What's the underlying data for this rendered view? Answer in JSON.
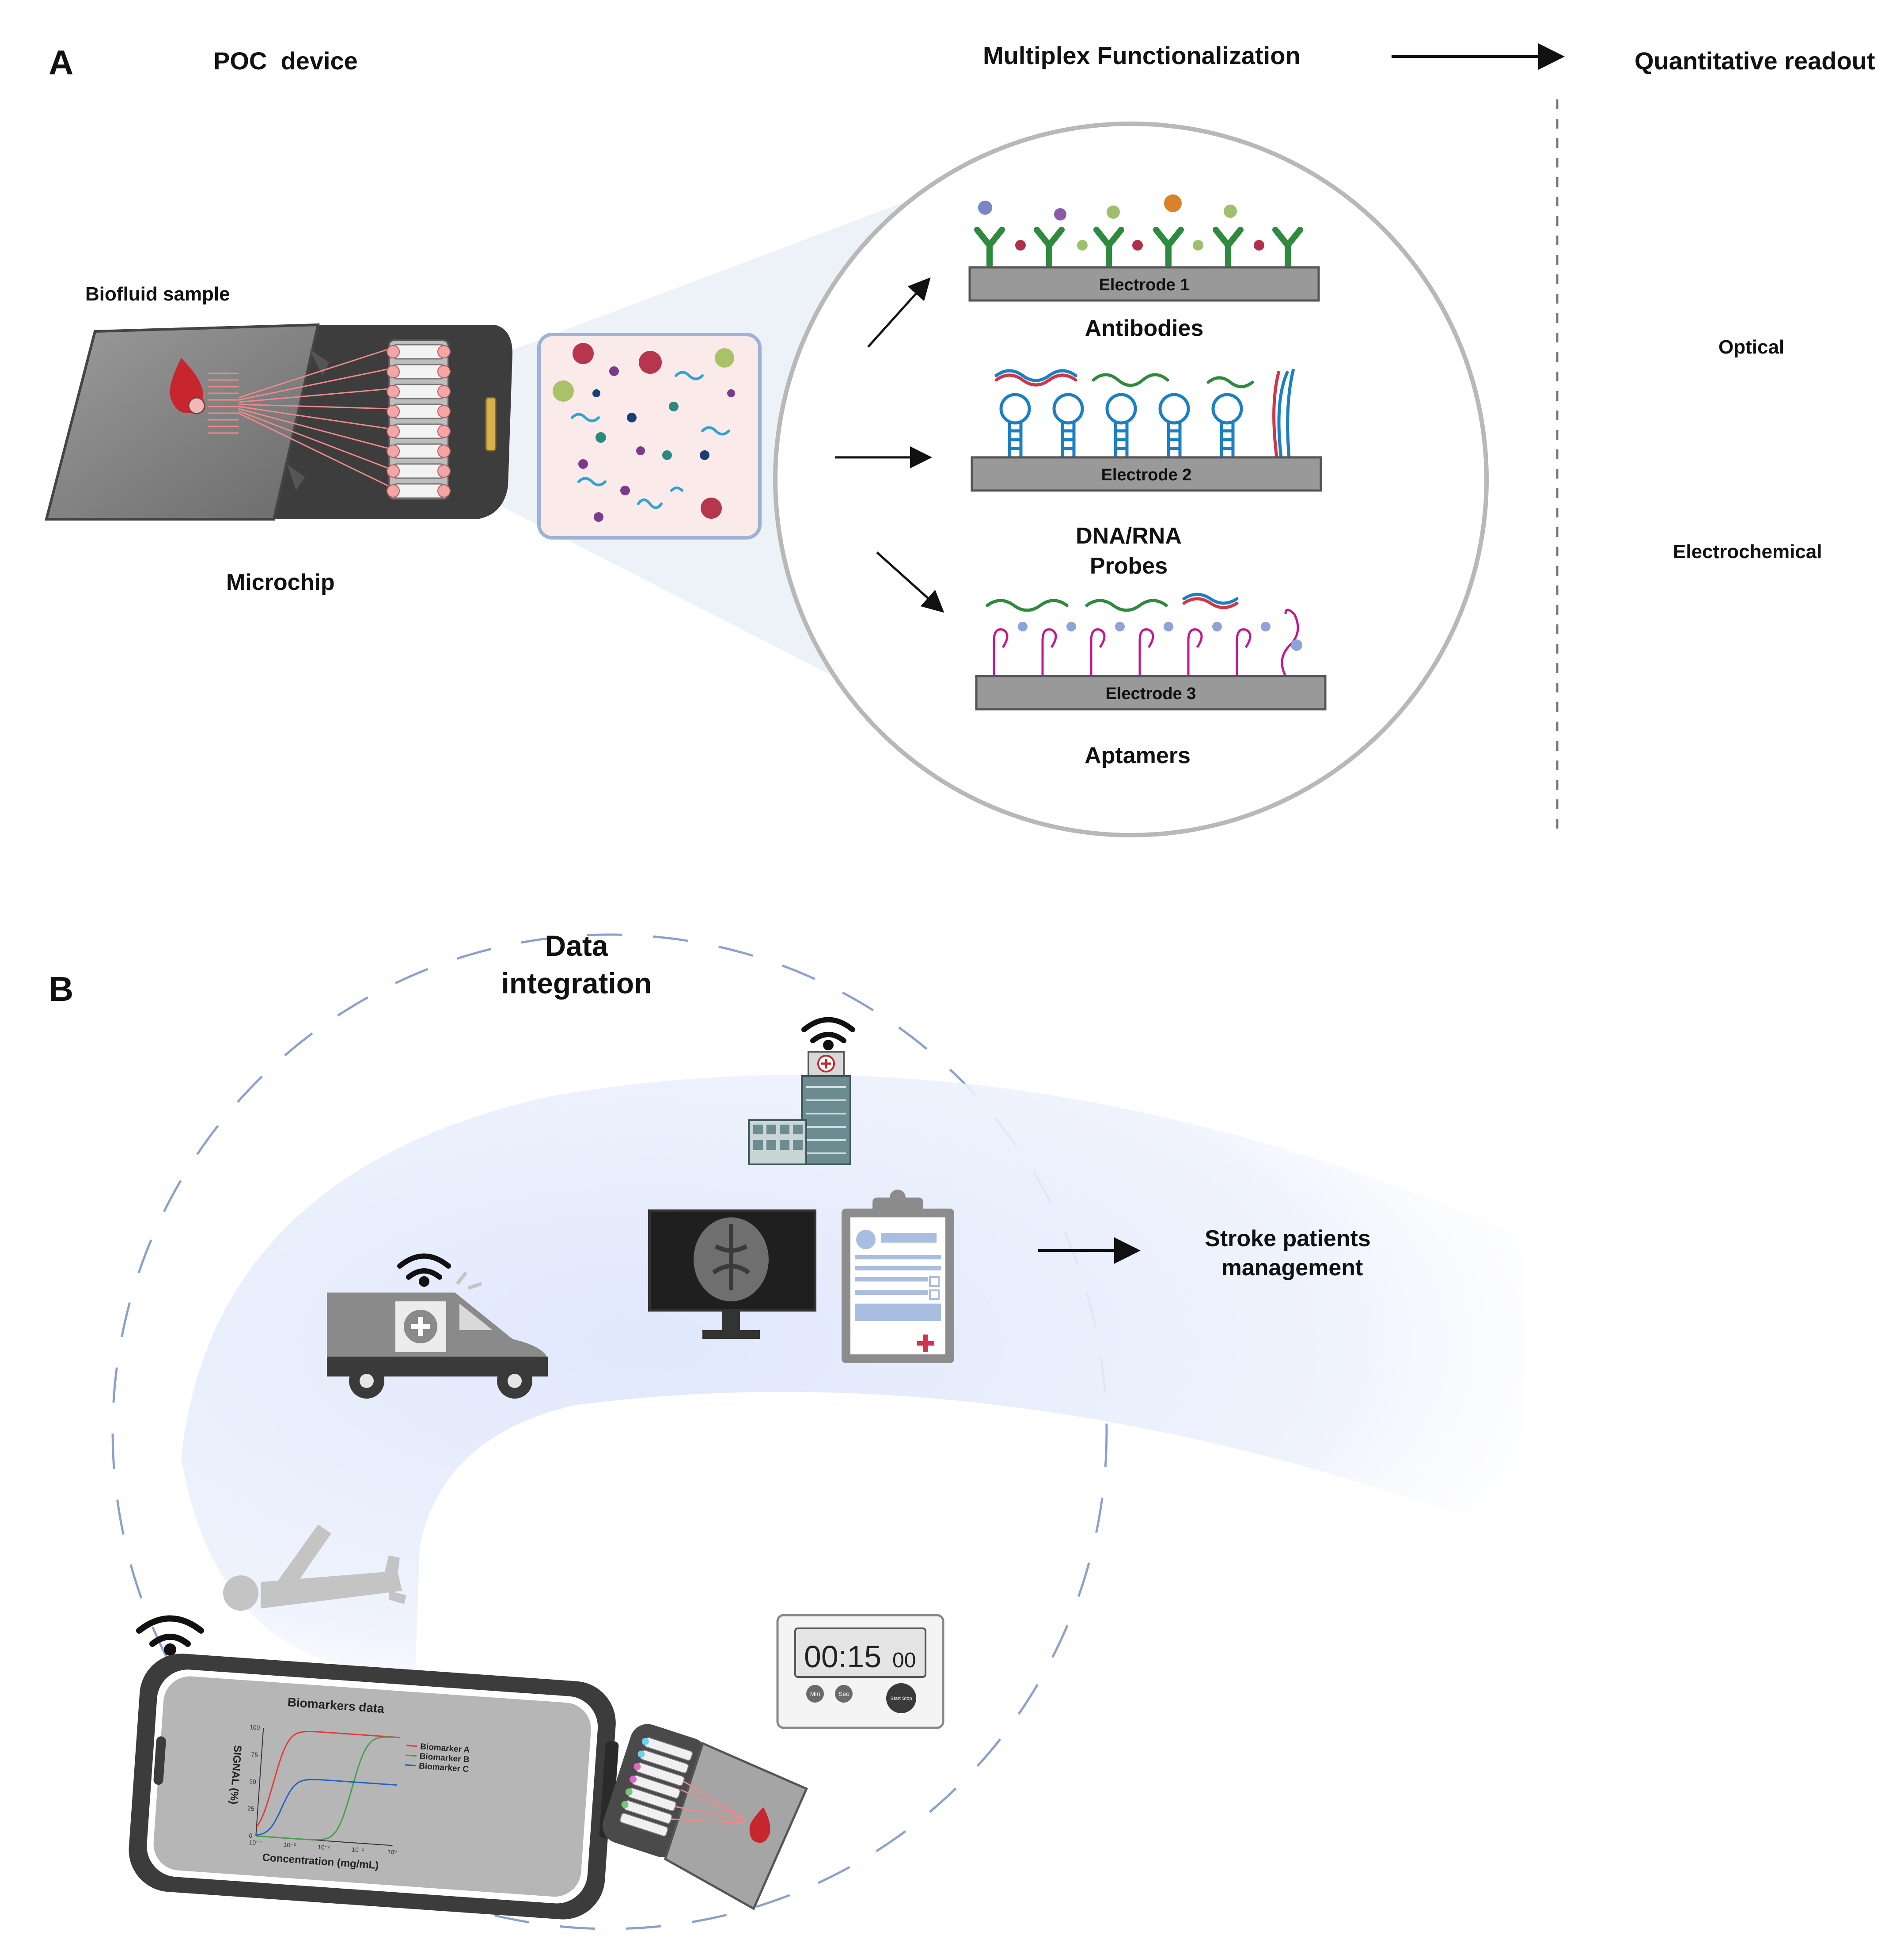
{
  "panel_a": {
    "label": "A",
    "poc_title": "POC  device",
    "multiplex_title": "Multiplex Functionalization",
    "readout_title": "Quantitative readout",
    "biofluid_label": "Biofluid sample",
    "microchip_label": "Microchip",
    "electrode_1": "Electrode 1",
    "electrode_2": "Electrode 2",
    "electrode_3": "Electrode 3",
    "antibodies_label": "Antibodies",
    "probes_label_line1": "DNA/RNA",
    "probes_label_line2": "Probes",
    "aptamers_label": "Aptamers",
    "readout_optical": "Optical",
    "readout_electrochemical": "Electrochemical"
  },
  "panel_b": {
    "label": "B",
    "title_line1": "Data",
    "title_line2": "integration",
    "outcome_line1": "Stroke patients",
    "outcome_line2": "management",
    "timer_display": "00:15",
    "timer_seconds": "00",
    "timer_buttons": [
      "Min",
      "Sec",
      "Start Stop"
    ]
  },
  "phone_chart": {
    "chart_data": {
      "type": "line",
      "title": "Biomarkers data",
      "xlabel": "Concentration (mg/mL)",
      "ylabel": "SIGNAL (%)",
      "x_ticks": [
        "10⁻⁴",
        "10⁻³",
        "10⁻²",
        "10⁻¹",
        "10⁰"
      ],
      "y_ticks": [
        "0",
        "25",
        "50",
        "75",
        "100"
      ],
      "ylim": [
        0,
        100
      ],
      "series": [
        {
          "name": "Biomarker A",
          "color": "#e53935",
          "midpoint_log10": -3.6,
          "plateau": 100
        },
        {
          "name": "Biomarker B",
          "color": "#43a047",
          "midpoint_log10": -1.3,
          "plateau": 100
        },
        {
          "name": "Biomarker C",
          "color": "#1e63c4",
          "midpoint_log10": -3.3,
          "plateau": 56
        }
      ]
    }
  },
  "colors": {
    "antibody_green": "#2e8b3e",
    "dna_blue": "#1b7fc4",
    "aptamer_magenta": "#c2188f",
    "electrode_gray": "#999999",
    "flow_band": "#e6ecfb"
  }
}
